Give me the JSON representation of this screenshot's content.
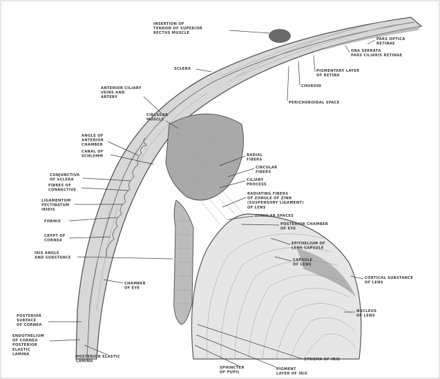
{
  "diagram": {
    "structures": [
      {
        "id": "sclera",
        "name": "sclera-band"
      },
      {
        "id": "cornea",
        "name": "cornea-band"
      },
      {
        "id": "ciliary",
        "name": "ciliary-body"
      },
      {
        "id": "iris",
        "name": "iris"
      },
      {
        "id": "lens",
        "name": "lens"
      }
    ],
    "labels": [
      {
        "id": "insertion",
        "lines": [
          "INSERTION OF",
          "TENDON OF SUPERIOR",
          "RECTUS MUSCLE"
        ]
      },
      {
        "id": "pars-optica",
        "lines": [
          "PARS OPTICA",
          "RETINAE"
        ]
      },
      {
        "id": "ora-serrata",
        "lines": [
          "ORA SERRATA",
          "PARS CILIARIS RETINAE"
        ]
      },
      {
        "id": "pigmentary",
        "lines": [
          "PIGMENTARY LAYER",
          "OF RETINA"
        ]
      },
      {
        "id": "choroid",
        "lines": [
          "CHOROID"
        ]
      },
      {
        "id": "perichoroidal",
        "lines": [
          "PERICHOROIDAL SPACE"
        ]
      },
      {
        "id": "sclera",
        "lines": [
          "SCLERA"
        ]
      },
      {
        "id": "anterior-ciliary",
        "lines": [
          "ANTERIOR CILIARY",
          "VEINS AND",
          "ARTERY"
        ]
      },
      {
        "id": "ciliary-muscle",
        "lines": [
          "CIRCULAR",
          "MUSCLE"
        ]
      },
      {
        "id": "angle",
        "lines": [
          "ANGLE OF",
          "ANTERIOR",
          "CHAMBER"
        ]
      },
      {
        "id": "schlemm",
        "lines": [
          "CANAL OF",
          "SCHLEMM"
        ]
      },
      {
        "id": "conjunctiva",
        "lines": [
          "CONJUNCTIVA",
          "OF SCLERA"
        ]
      },
      {
        "id": "bulbar",
        "lines": [
          "FIBRES OF",
          "CONNECTIVE"
        ]
      },
      {
        "id": "ligamentum",
        "lines": [
          "LIGAMENTUM",
          "PECTINATUM",
          "IRIDIS"
        ]
      },
      {
        "id": "fornix",
        "lines": [
          "FORNIX"
        ]
      },
      {
        "id": "crypt",
        "lines": [
          "CRYPT OF",
          "CORNEA"
        ]
      },
      {
        "id": "iris-angle",
        "lines": [
          "IRIS ANGLE",
          "AND SUBSTANCE"
        ]
      },
      {
        "id": "radial-fibers",
        "lines": [
          "RADIAL",
          "FIBERS"
        ]
      },
      {
        "id": "ciliary-process",
        "lines": [
          "CILIARY",
          "PROCESS"
        ]
      },
      {
        "id": "circular-fibers",
        "lines": [
          "CIRCULAR",
          "FIBERS"
        ]
      },
      {
        "id": "radiating",
        "lines": [
          "RADIATING FIBERS",
          "OF ZONULE OF ZINN",
          "(SUSPENSORY LIGAMENT)",
          "OF LENS"
        ]
      },
      {
        "id": "zonular",
        "lines": [
          "ZONULAR SPACES"
        ]
      },
      {
        "id": "posterior-chamber",
        "lines": [
          "POSTERIOR CHAMBER",
          "OF EYE"
        ]
      },
      {
        "id": "epithelium-lens",
        "lines": [
          "EPITHELIUM OF",
          "LENS CAPSULE"
        ]
      },
      {
        "id": "capsule",
        "lines": [
          "CAPSULE",
          "OF LENS"
        ]
      },
      {
        "id": "cortical",
        "lines": [
          "CORTICAL SUBSTANCE",
          "OF LENS"
        ]
      },
      {
        "id": "nucleus",
        "lines": [
          "NUCLEUS",
          "OF LENS"
        ]
      },
      {
        "id": "chamber",
        "lines": [
          "CHAMBER",
          "OF EYE"
        ]
      },
      {
        "id": "posterior-surface",
        "lines": [
          "POSTERIOR",
          "SURFACE",
          "OF CORNEA"
        ]
      },
      {
        "id": "endothelium",
        "lines": [
          "ENDOTHELIUM",
          "OF CORNEA",
          "POSTERIOR",
          "ELASTIC",
          "LAMINA"
        ]
      },
      {
        "id": "posterior-elastic",
        "lines": [
          "POSTERIOR ELASTIC",
          "LAMINA"
        ]
      },
      {
        "id": "sphincter",
        "lines": [
          "SPHINCTER",
          "OF PUPIL"
        ]
      },
      {
        "id": "pigment",
        "lines": [
          "PIGMENT",
          "LAYER OF IRIS"
        ]
      },
      {
        "id": "stroma",
        "lines": [
          "STROMA OF IRIS"
        ]
      }
    ]
  }
}
